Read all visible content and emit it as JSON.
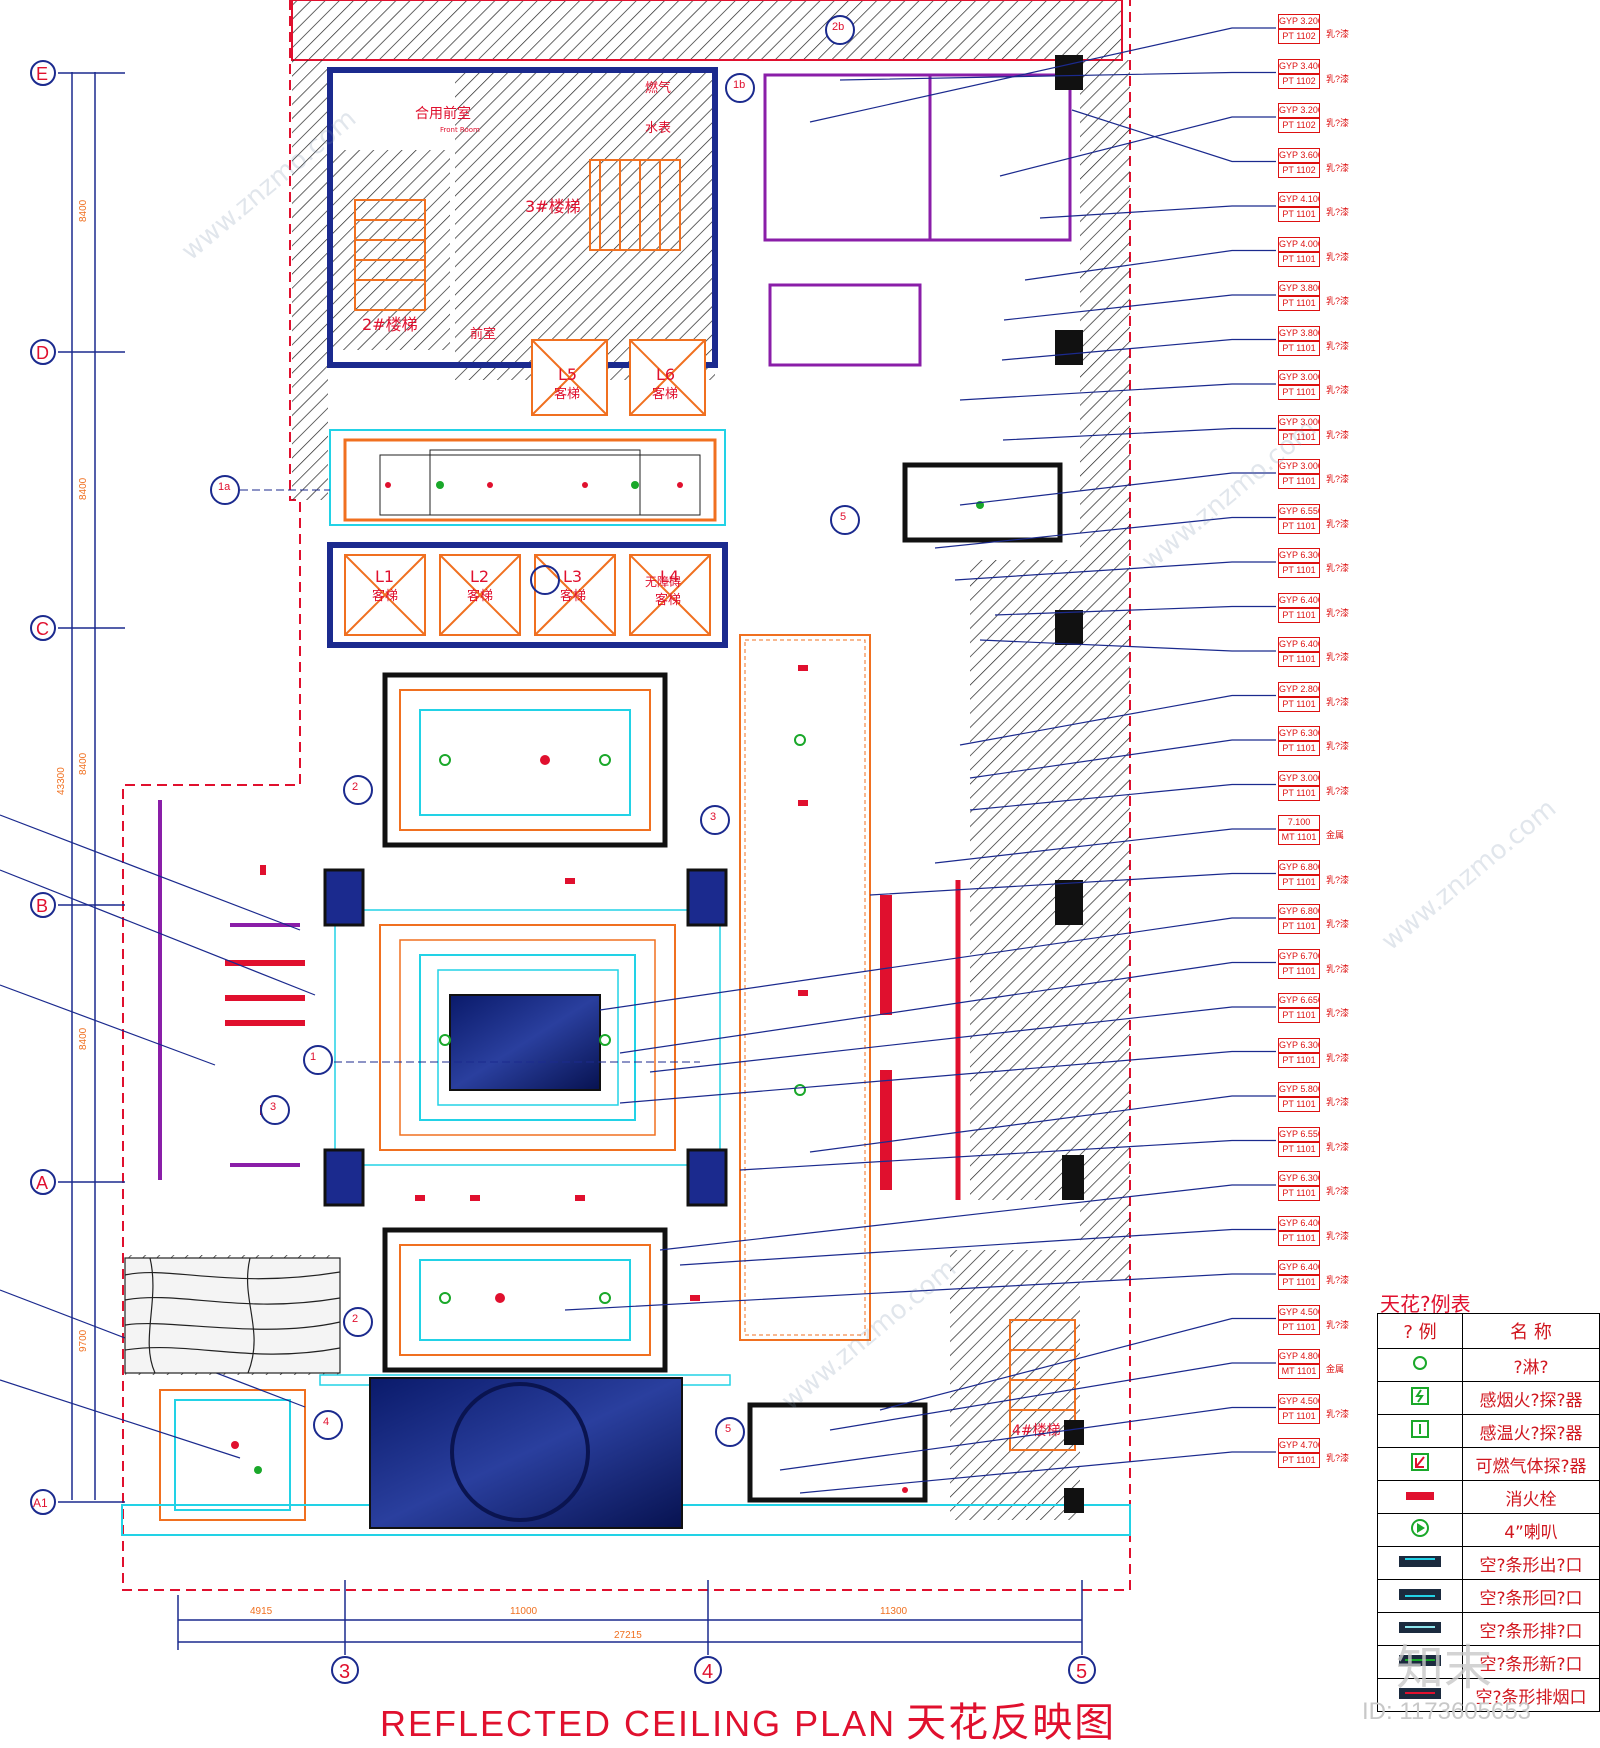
{
  "title": {
    "en": "REFLECTED CEILING PLAN",
    "cn": "天花反映图"
  },
  "grid_rows": [
    "E",
    "D",
    "C",
    "B",
    "A",
    "A1"
  ],
  "grid_cols": [
    "3",
    "4",
    "5"
  ],
  "dims_vertical": [
    "8400",
    "8400",
    "8400",
    "8400",
    "9700"
  ],
  "dim_total": "43300",
  "dims_horizontal": [
    "4915",
    "11000",
    "11300"
  ],
  "dim_h_total": "27215",
  "rooms": {
    "fire_front": "合用前室",
    "front_room_en": "Front Room",
    "stair3": "3#楼梯",
    "stair2": "2#楼梯",
    "front_room2": "前室",
    "stair4": "4#楼梯",
    "water_meter": "水表",
    "gas": "燃气",
    "l5": "L5",
    "l6": "L6",
    "l1": "L1",
    "l2": "L2",
    "l3": "L3",
    "l4": "L4",
    "elevator": "客梯",
    "l4_label": "无障碍"
  },
  "tags": [
    [
      "GYP 3.200",
      "PT 1102"
    ],
    [
      "GYP 3.400",
      "PT 1102"
    ],
    [
      "GYP 3.200",
      "PT 1102"
    ],
    [
      "GYP 3.600",
      "PT 1102"
    ],
    [
      "GYP 4.100",
      "PT 1101"
    ],
    [
      "GYP 4.000",
      "PT 1101"
    ],
    [
      "GYP 3.800",
      "PT 1101"
    ],
    [
      "GYP 3.800",
      "PT 1101"
    ],
    [
      "GYP 3.000",
      "PT 1101"
    ],
    [
      "GYP 3.000",
      "PT 1101"
    ],
    [
      "GYP 3.000",
      "PT 1101"
    ],
    [
      "GYP 6.550",
      "PT 1101"
    ],
    [
      "GYP 6.300",
      "PT 1101"
    ],
    [
      "GYP 6.400",
      "PT 1101"
    ],
    [
      "GYP 6.400",
      "PT 1101"
    ],
    [
      "GYP 2.800",
      "PT 1101"
    ],
    [
      "GYP 6.300",
      "PT 1101"
    ],
    [
      "GYP 3.000",
      "PT 1101"
    ],
    [
      "7.100",
      "MT 1101"
    ],
    [
      "GYP 6.800",
      "PT 1101"
    ],
    [
      "GYP 6.800",
      "PT 1101"
    ],
    [
      "GYP 6.700",
      "PT 1101"
    ],
    [
      "GYP 6.650",
      "PT 1101"
    ],
    [
      "GYP 6.300",
      "PT 1101"
    ],
    [
      "GYP 5.800",
      "PT 1101"
    ],
    [
      "GYP 6.550",
      "PT 1101"
    ],
    [
      "GYP 6.300",
      "PT 1101"
    ],
    [
      "GYP 6.400",
      "PT 1101"
    ],
    [
      "GYP 6.400",
      "PT 1101"
    ],
    [
      "GYP 4.500",
      "PT 1101"
    ],
    [
      "GYP 4.800",
      "MT 1101"
    ],
    [
      "GYP 4.500",
      "PT 1101"
    ],
    [
      "GYP 4.700",
      "PT 1101"
    ]
  ],
  "tag_suffix": "乳?漆",
  "tag_suffix_metal": "金属",
  "legend": {
    "title": "天花?例表",
    "col_symbol": "? 例",
    "col_name": "名 称",
    "rows": [
      {
        "icon": "circle-green",
        "name": "?淋?"
      },
      {
        "icon": "smoke-detector",
        "name": "感烟火?探?器"
      },
      {
        "icon": "heat-detector",
        "name": "感温火?探?器"
      },
      {
        "icon": "gas-detector",
        "name": "可燃气体探?器"
      },
      {
        "icon": "hydrant-bar",
        "name": "消火栓"
      },
      {
        "icon": "speaker",
        "name": "4”喇叭"
      },
      {
        "icon": "slot-supply",
        "name": "空?条形出?口"
      },
      {
        "icon": "slot-return",
        "name": "空?条形回?口"
      },
      {
        "icon": "slot-exhaust",
        "name": "空?条形排?口"
      },
      {
        "icon": "slot-fresh",
        "name": "空?条形新?口"
      },
      {
        "icon": "slot-smoke",
        "name": "空?条形排烟口"
      }
    ]
  },
  "watermark": "www.znzmo.com",
  "logo": "知末",
  "image_id": "ID: 1173605653",
  "colors": {
    "red": "#e0102e",
    "blue": "#1b2a8e",
    "cyan": "#22d2e6",
    "orange": "#f07020",
    "purple": "#8a1ea8",
    "green": "#1aa82a"
  }
}
